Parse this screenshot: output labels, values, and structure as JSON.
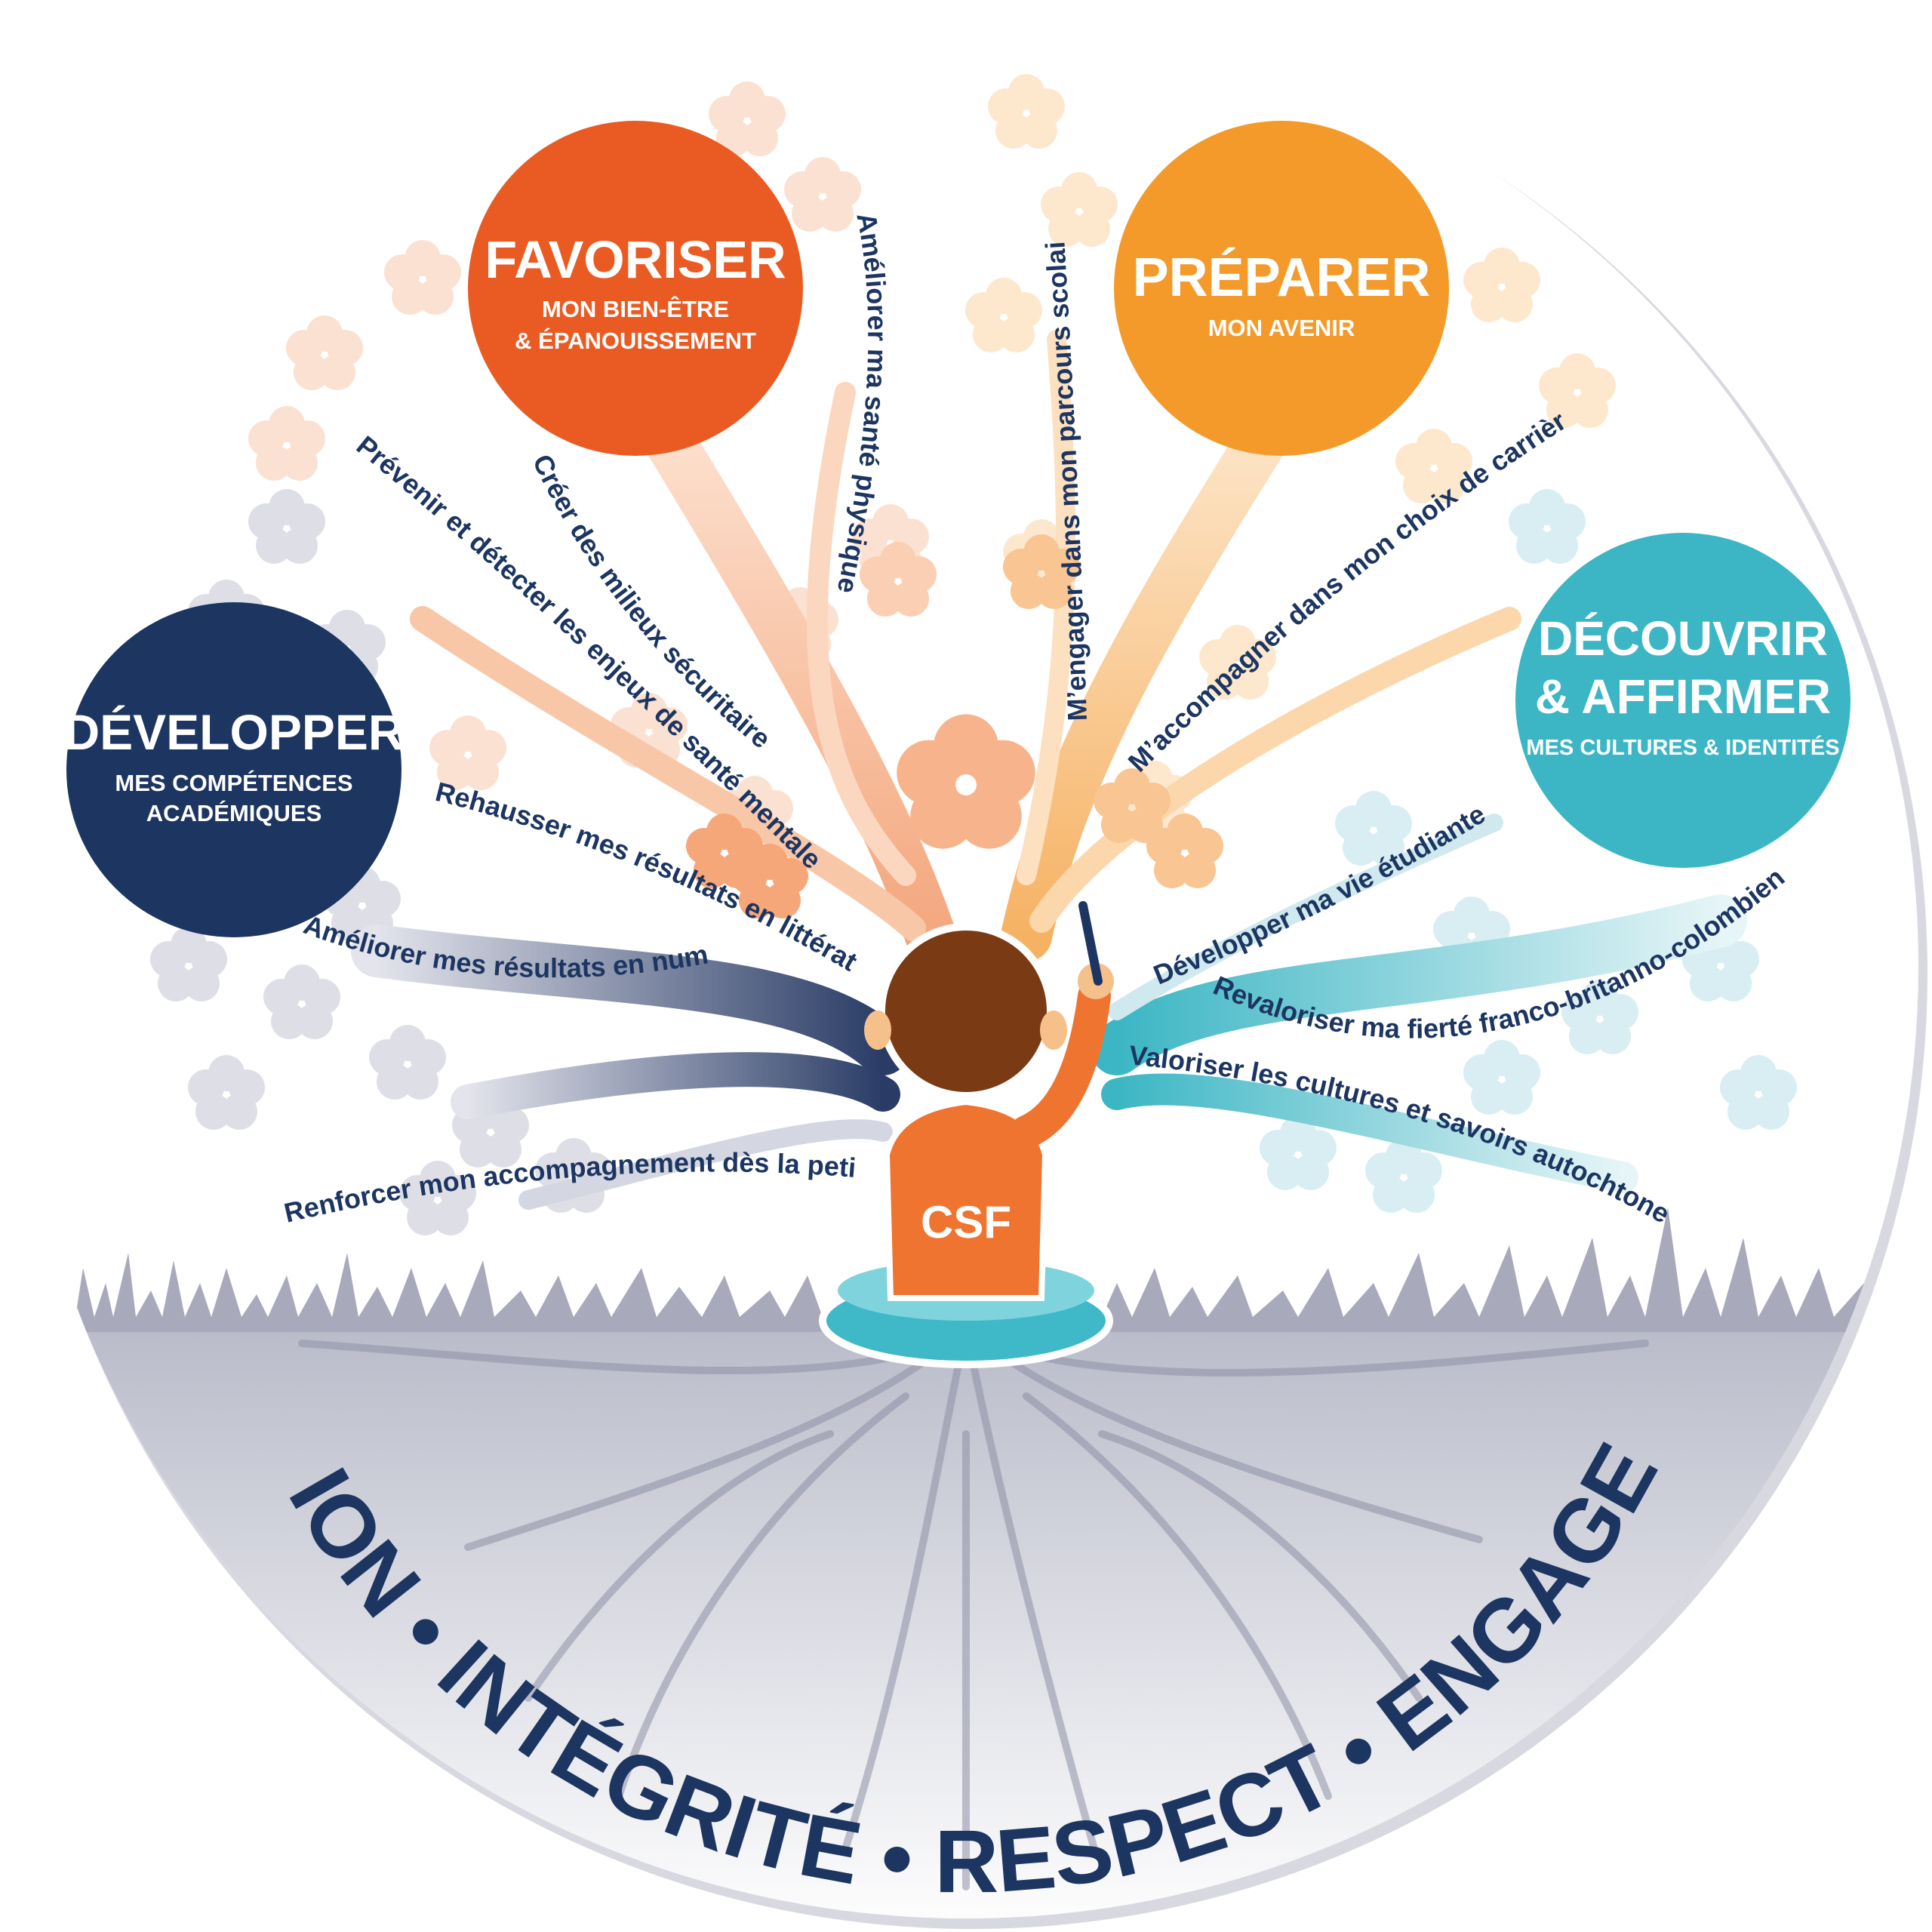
{
  "colors": {
    "navy": "#1c3561",
    "orange_red": "#ea5b24",
    "orange": "#f39a2a",
    "teal": "#3cb6c4",
    "peach": "#f7c3a0",
    "light_orange": "#fbd5ab",
    "light_teal": "#c6e6ec",
    "grey": "#c4c6d2",
    "roots_grey": "#a8aabb",
    "shirt": "#ee7430",
    "hair": "#7a3a14"
  },
  "goals": {
    "developper": {
      "title": "DÉVELOPPER",
      "sub1": "MES COMPÉTENCES",
      "sub2": "ACADÉMIQUES"
    },
    "favoriser": {
      "title": "FAVORISER",
      "sub1": "MON BIEN-ÊTRE",
      "sub2": "& ÉPANOUISSEMENT"
    },
    "preparer": {
      "title": "PRÉPARER",
      "sub1": "MON AVENIR"
    },
    "decouvrir": {
      "title1": "DÉCOUVRIR",
      "title2": "& AFFIRMER",
      "sub1": "MES CULTURES & IDENTITÉS"
    }
  },
  "branches": {
    "developper": [
      "Rehausser mes résultats en littératie",
      "Améliorer mes résultats en numératie",
      "Renforcer mon accompagnement dès la petite enfance"
    ],
    "favoriser": [
      "Prévenir et détecter les enjeux de santé mentale",
      "Créer des milieux sécuritaires",
      "Améliorer ma santé physique"
    ],
    "preparer": [
      "M’engager dans mon parcours scolaire",
      "M’accompagner dans mon choix de carrière"
    ],
    "decouvrir": [
      "Développer ma vie étudiante",
      "Revaloriser ma fierté franco-britanno-colombienne",
      "Valoriser les cultures et savoirs autochtones"
    ]
  },
  "shirt_logo": "CSF",
  "values": [
    "AMBITION",
    "INTÉGRITÉ",
    "RESPECT",
    "ENGAGEMENT"
  ],
  "separator": "•"
}
